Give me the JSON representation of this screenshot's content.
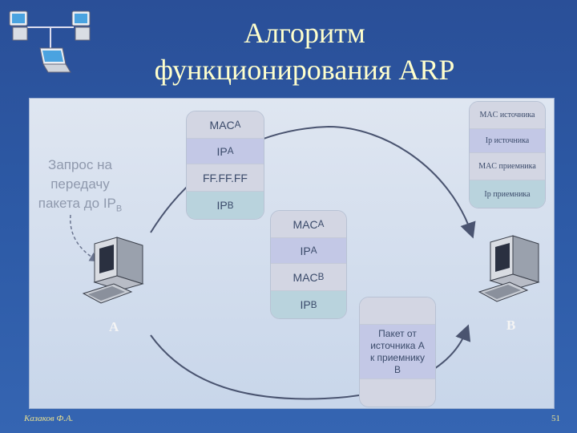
{
  "title": {
    "line1": "Алгоритм",
    "line2": "функционирования ARP"
  },
  "request_note": {
    "line1": "Запрос на",
    "line2": "передачу",
    "line3": "пакета до IP",
    "line3_sub": "B"
  },
  "request_frame": [
    {
      "main": "MAC",
      "sub": "A"
    },
    {
      "main": "IP",
      "sub": "A"
    },
    {
      "main": "FF.FF.FF",
      "sub": ""
    },
    {
      "main": "IP",
      "sub": "B"
    }
  ],
  "reply_frame": [
    {
      "main": "MAC",
      "sub": "A"
    },
    {
      "main": "IP",
      "sub": "A"
    },
    {
      "main": "MAC",
      "sub": "B"
    },
    {
      "main": "IP",
      "sub": "B"
    }
  ],
  "legend": [
    "MAC источника",
    "Ip источника",
    "MAC приемника",
    "Ip приемника"
  ],
  "packet": {
    "line1": "Пакет от",
    "line2": "источника А",
    "line3": "к приемнику",
    "line4": "В"
  },
  "labels": {
    "host_a": "A",
    "host_b": "B"
  },
  "footer": {
    "author": "Казаков Ф.А.",
    "page": "51"
  }
}
